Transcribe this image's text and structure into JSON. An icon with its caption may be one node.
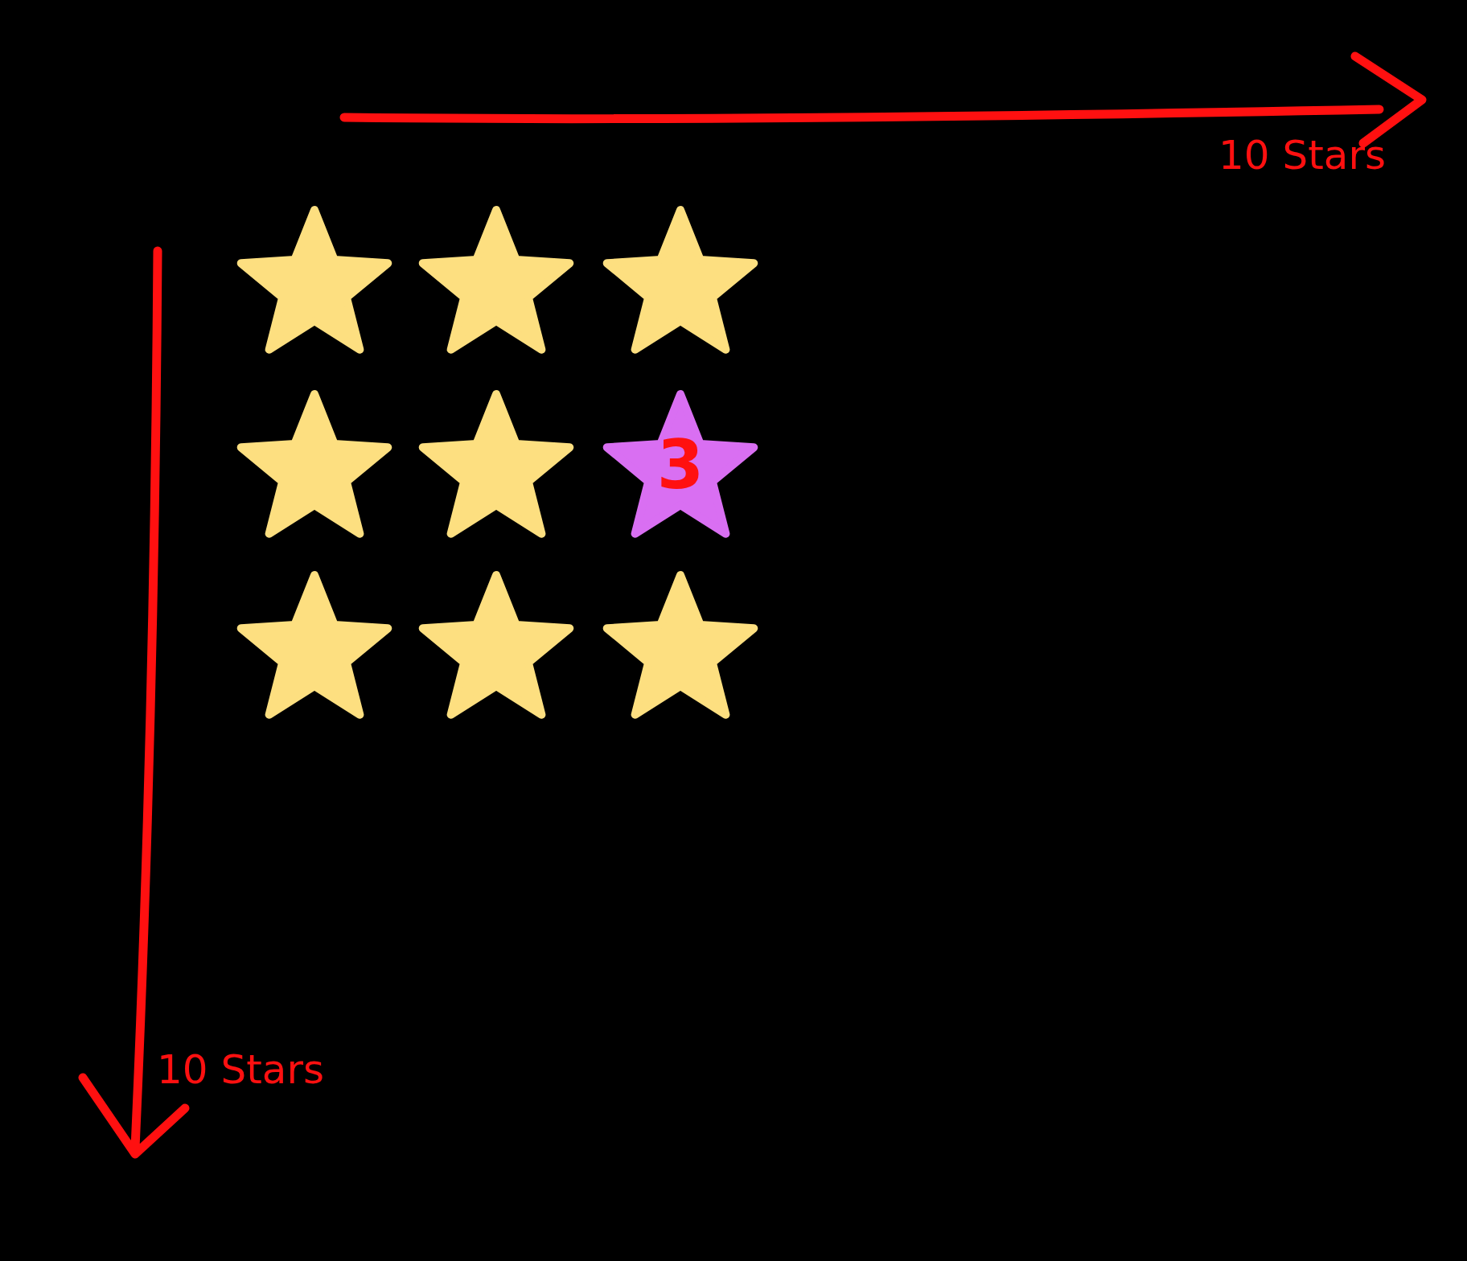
{
  "diagram": {
    "nodes": [
      {
        "text": [],
        "shape": "star"
      },
      {
        "text": [],
        "shape": "star"
      },
      {
        "text": [],
        "shape": "star"
      },
      {
        "text": [],
        "shape": "star"
      },
      {
        "text": [],
        "shape": "star"
      },
      {
        "text": [
          "3"
        ]
      },
      {
        "text": [],
        "shape": "star"
      },
      {
        "text": [],
        "shape": "star"
      },
      {
        "text": [],
        "shape": "star"
      }
    ],
    "edges": [],
    "labels": [
      "10 Stars",
      "10 Stars"
    ]
  }
}
